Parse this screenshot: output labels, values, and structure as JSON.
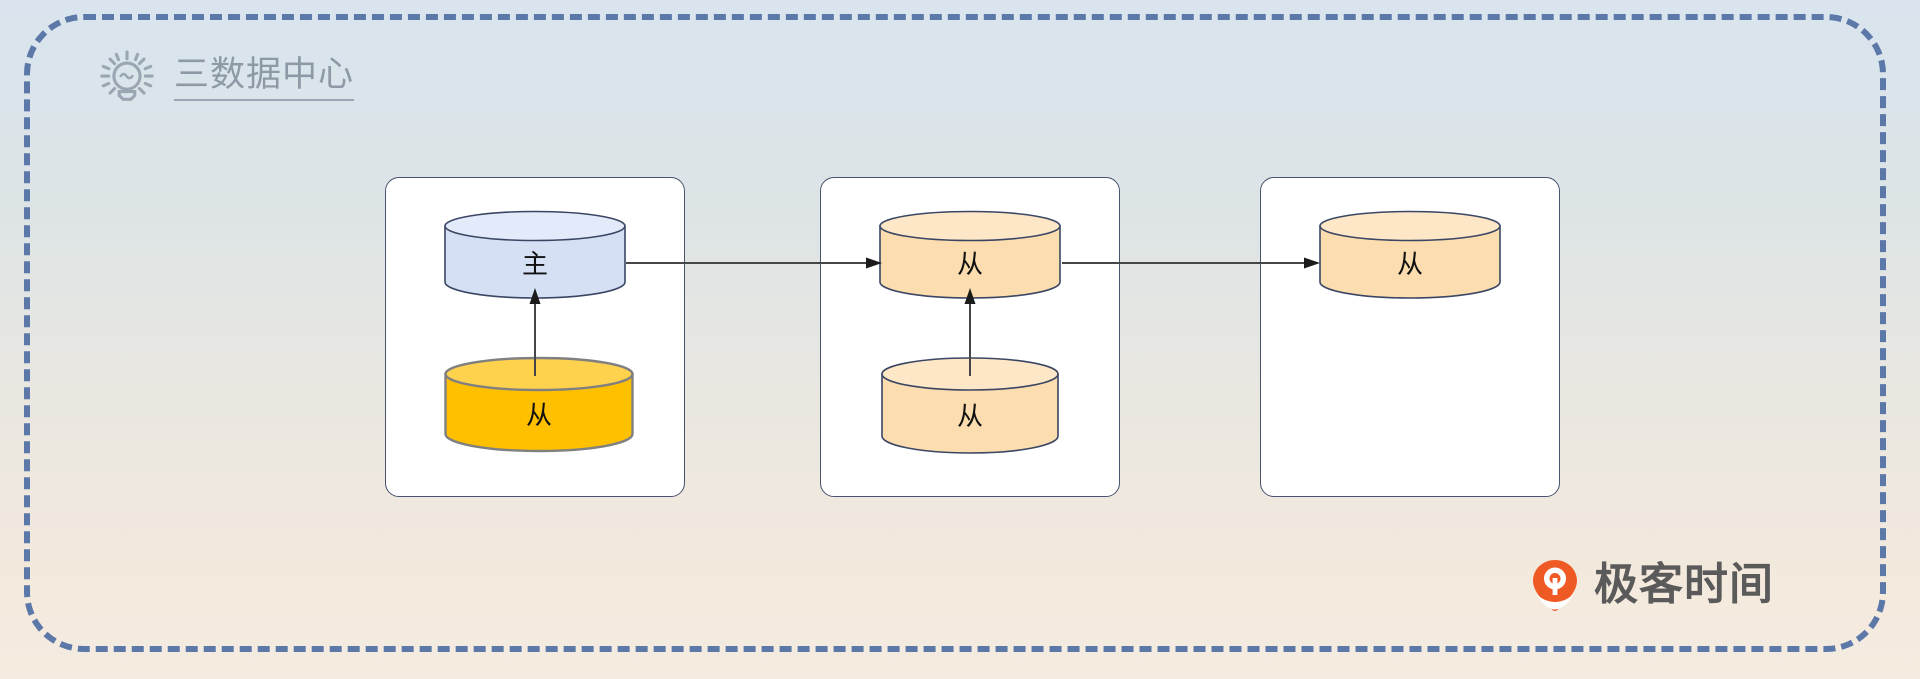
{
  "diagram": {
    "title": "三数据中心",
    "title_icon": "lightbulb-icon",
    "frame_style": "dashed",
    "frame_color": "#5b78a8",
    "background_gradient": [
      "#d9e4ee",
      "#f5ece1"
    ]
  },
  "panels": [
    {
      "name": "datacenter-1",
      "nodes": [
        {
          "label": "主",
          "role": "primary",
          "fill": "#d6e0f5",
          "top_fill": "#e3ebfb",
          "stroke": "#3a4663"
        },
        {
          "label": "从",
          "role": "replica-highlight",
          "fill": "#ffc000",
          "top_fill": "#ffd24d",
          "stroke": "#808080"
        }
      ]
    },
    {
      "name": "datacenter-2",
      "nodes": [
        {
          "label": "从",
          "role": "replica",
          "fill": "#fbddb0",
          "top_fill": "#fde7c6",
          "stroke": "#3a4663"
        },
        {
          "label": "从",
          "role": "replica",
          "fill": "#fbddb0",
          "top_fill": "#fde7c6",
          "stroke": "#3a4663"
        }
      ]
    },
    {
      "name": "datacenter-3",
      "nodes": [
        {
          "label": "从",
          "role": "replica",
          "fill": "#fbddb0",
          "top_fill": "#fde7c6",
          "stroke": "#3a4663"
        }
      ]
    }
  ],
  "connections": [
    {
      "from": "datacenter-1.主",
      "to": "datacenter-2.从",
      "direction": "right"
    },
    {
      "from": "datacenter-2.从",
      "to": "datacenter-3.从",
      "direction": "right"
    },
    {
      "from": "datacenter-1.从",
      "to": "datacenter-1.主",
      "direction": "up"
    },
    {
      "from": "datacenter-2.从-lower",
      "to": "datacenter-2.从-upper",
      "direction": "up"
    }
  ],
  "brand": {
    "text": "极客时间",
    "mark": "geekbang-pin-icon",
    "mark_color": "#ef5a24",
    "text_color": "#5a5a5a"
  }
}
